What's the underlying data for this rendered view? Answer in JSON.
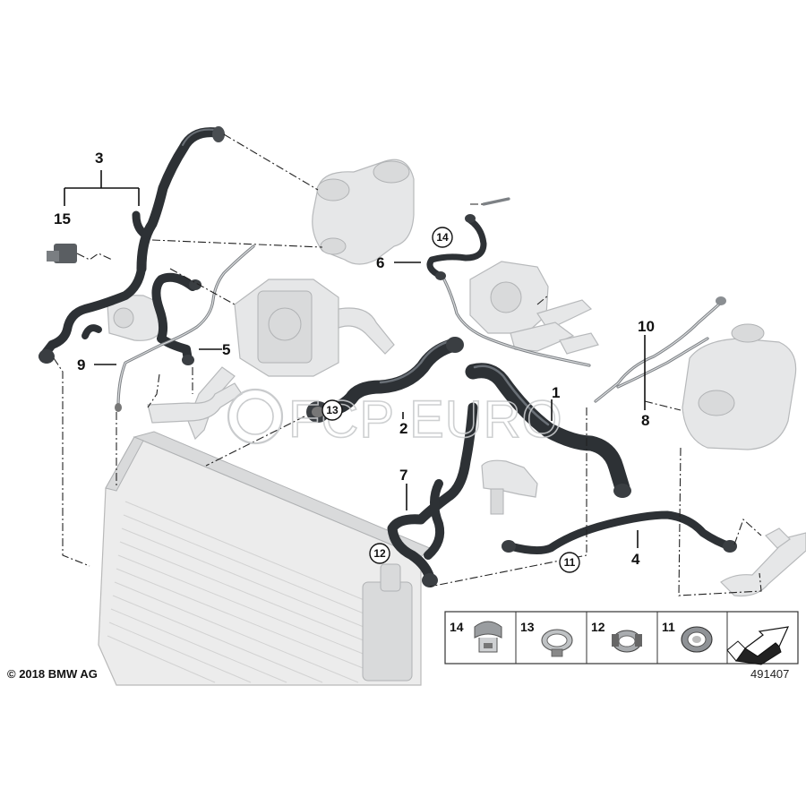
{
  "callouts": {
    "c1": "1",
    "c2": "2",
    "c3": "3",
    "c4": "4",
    "c5": "5",
    "c6": "6",
    "c7": "7",
    "c8": "8",
    "c9": "9",
    "c10": "10",
    "c15": "15"
  },
  "circled_callouts": {
    "c11": "11",
    "c12": "12",
    "c13": "13",
    "c14": "14"
  },
  "legend": {
    "items": [
      {
        "number": "14",
        "icon": "clip-icon"
      },
      {
        "number": "13",
        "icon": "hose-clamp-icon"
      },
      {
        "number": "12",
        "icon": "spring-clamp-icon"
      },
      {
        "number": "11",
        "icon": "quick-connector-icon"
      }
    ],
    "direction_icon": "driving-direction-arrow-icon"
  },
  "watermark": "FCP EURO",
  "copyright": "© 2018 BMW AG",
  "diagram_number": "491407",
  "colors": {
    "hose": "#2d3135",
    "ghost_parts": "#e6e7e8",
    "lines": "#111111"
  }
}
